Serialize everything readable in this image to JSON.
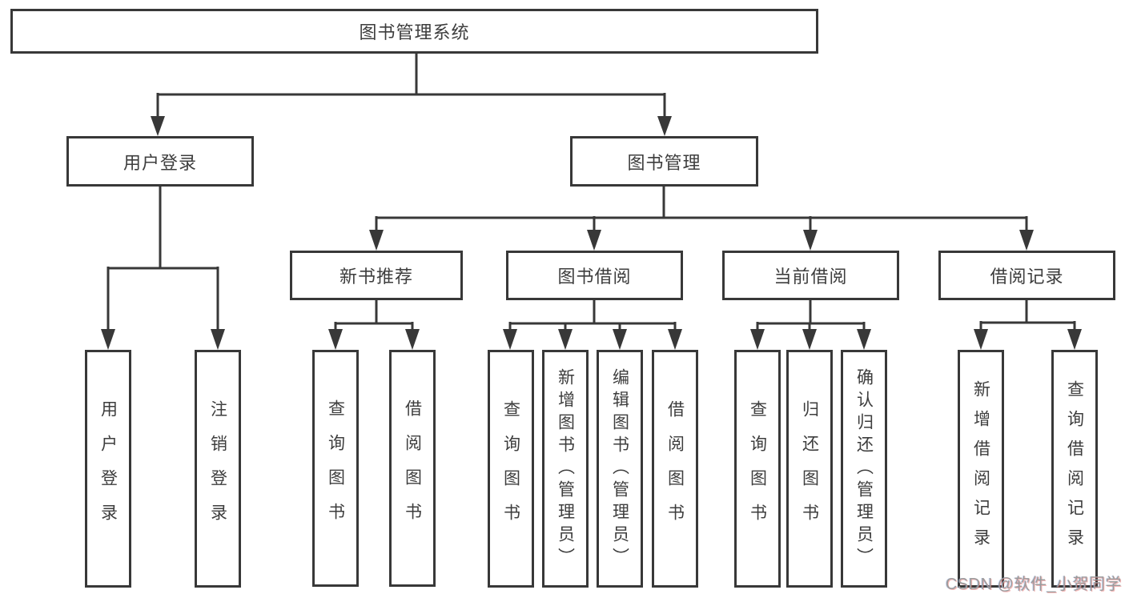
{
  "diagram_title": "图书管理系统",
  "tree": {
    "label": "图书管理系统",
    "children": [
      {
        "label": "用户登录",
        "children": [
          {
            "label": "用户登录"
          },
          {
            "label": "注销登录"
          }
        ]
      },
      {
        "label": "图书管理",
        "children": [
          {
            "label": "新书推荐",
            "children": [
              {
                "label": "查询图书"
              },
              {
                "label": "借阅图书"
              }
            ]
          },
          {
            "label": "图书借阅",
            "children": [
              {
                "label": "查询图书"
              },
              {
                "label": "新增图书（管理员）"
              },
              {
                "label": "编辑图书（管理员）"
              },
              {
                "label": "借阅图书"
              }
            ]
          },
          {
            "label": "当前借阅",
            "children": [
              {
                "label": "查询图书"
              },
              {
                "label": "归还图书"
              },
              {
                "label": "确认归还（管理员）"
              }
            ]
          },
          {
            "label": "借阅记录",
            "children": [
              {
                "label": "新增借阅记录"
              },
              {
                "label": "查询借阅记录"
              }
            ]
          }
        ]
      }
    ]
  },
  "watermark": {
    "text": "CSDN @软件_小贺同学",
    "color": "#9c9c9c"
  },
  "colors": {
    "line": "#383838",
    "box_border": "#383838",
    "text": "#3d3d3d",
    "background": "#ffffff"
  }
}
